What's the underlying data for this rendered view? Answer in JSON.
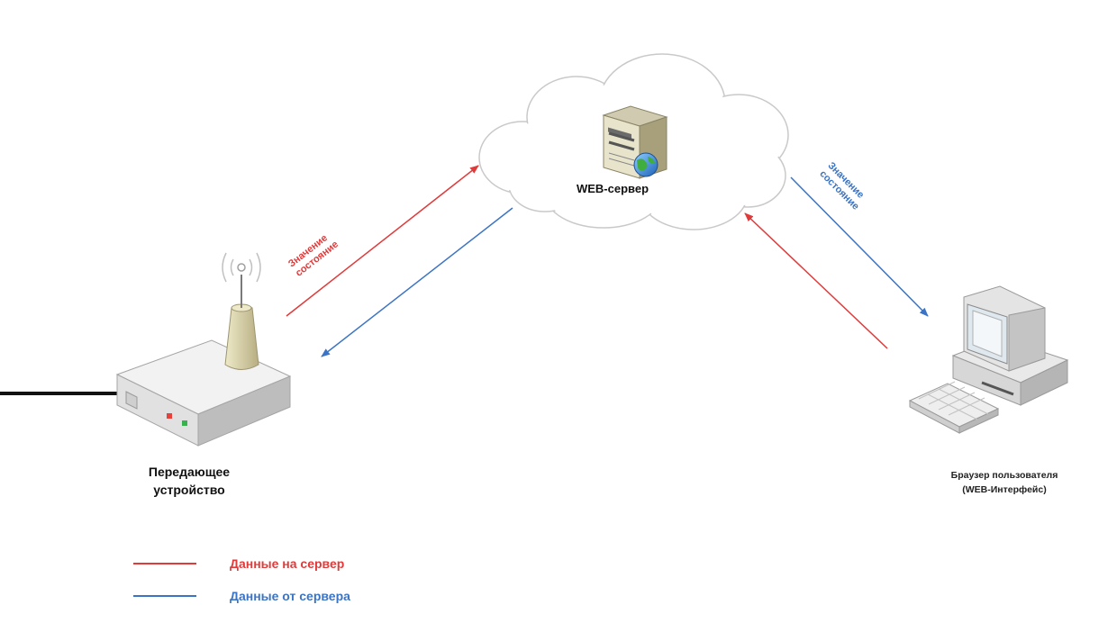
{
  "nodes": {
    "server_label": "WEB-сервер",
    "device_label_line1": "Передающее",
    "device_label_line2": "устройство",
    "browser_label_line1": "Браузер пользователя",
    "browser_label_line2": "(WEB-Интерфейс)"
  },
  "arrow_labels": {
    "device_to_server_line1": "Значение",
    "device_to_server_line2": "состояние",
    "server_to_browser_line1": "Значение",
    "server_to_browser_line2": "состояние"
  },
  "legend": {
    "to_server": "Данные на сервер",
    "from_server": "Данные от сервера"
  },
  "colors": {
    "to_server": "#e03a3a",
    "from_server": "#3b74c4"
  }
}
